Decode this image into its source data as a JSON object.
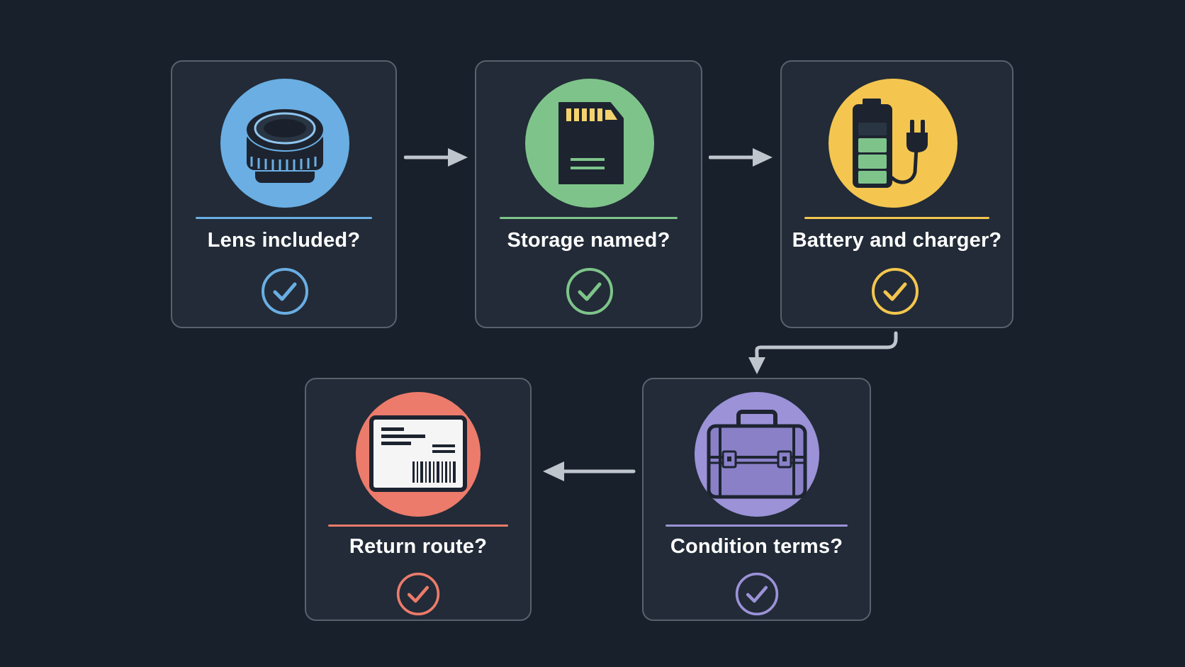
{
  "colors": {
    "background": "#18202b",
    "card": "#222b37",
    "card_border": "#59616c",
    "arrow": "#bfc5cc",
    "blue": "#6aaee3",
    "green": "#7ec48a",
    "yellow": "#f4c64f",
    "red": "#ec7b6b",
    "purple": "#9c92d8"
  },
  "steps": [
    {
      "label": "Lens included?",
      "icon": "camera-lens-icon",
      "color": "#6aaee3",
      "status": "checked"
    },
    {
      "label": "Storage named?",
      "icon": "memory-card-icon",
      "color": "#7ec48a",
      "status": "checked"
    },
    {
      "label": "Battery and charger?",
      "icon": "battery-charger-icon",
      "color": "#f4c64f",
      "status": "checked"
    },
    {
      "label": "Condition terms?",
      "icon": "case-icon",
      "color": "#9c92d8",
      "status": "checked"
    },
    {
      "label": "Return route?",
      "icon": "shipping-label-icon",
      "color": "#ec7b6b",
      "status": "checked"
    }
  ]
}
